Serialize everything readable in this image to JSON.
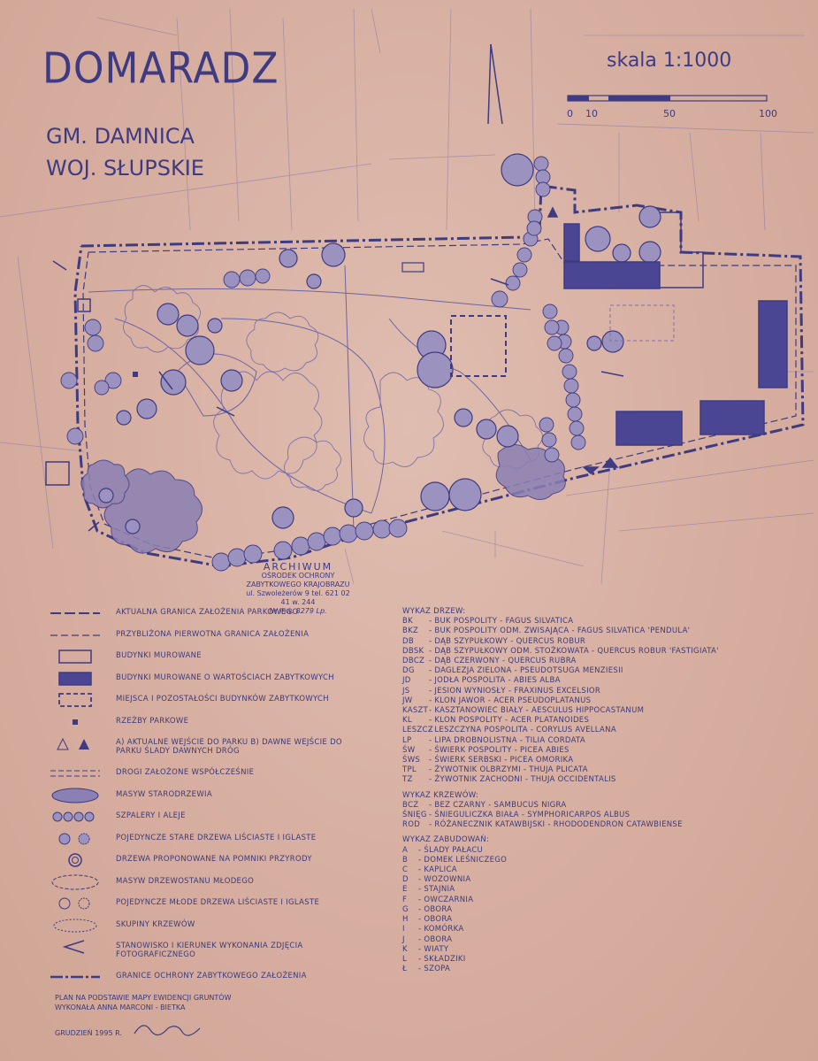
{
  "header": {
    "title": "DOMARADZ",
    "gmina": "GM. DAMNICA",
    "voivodeship": "WOJ. SŁUPSKIE",
    "scale": "skala 1:1000",
    "scale_ticks": [
      "0",
      "10",
      "50",
      "100"
    ]
  },
  "stamp": {
    "line1": "ARCHIWUM",
    "line2": "OŚRODEK OCHRONY",
    "line3": "ZABYTKOWEGO KRAJOBRAZU",
    "line4": "ul. Szwoleżerów 9 tel. 621 02 41 w. 244",
    "line5": "Nr inw. 8279 Lp."
  },
  "legend": [
    {
      "sym": "dash",
      "label": "AKTUALNA GRANICA ZAŁOŻENIA PARKOWEGO"
    },
    {
      "sym": "dashthin",
      "label": "PRZYBLIŻONA PIERWOTNA GRANICA ZAŁOŻENIA"
    },
    {
      "sym": "rect",
      "label": "BUDYNKI MUROWANE"
    },
    {
      "sym": "rectfill",
      "label": "BUDYNKI MUROWANE O WARTOŚCIACH ZABYTKOWYCH"
    },
    {
      "sym": "rectdash",
      "label": "MIEJSCA I POZOSTAŁOŚCI BUDYNKÓW ZABYTKOWYCH"
    },
    {
      "sym": "square",
      "label": "RZEŹBY PARKOWE"
    },
    {
      "sym": "arrows",
      "label": "a) AKTUALNE WEJŚCIE DO PARKU b) DAWNE WEJŚCIE DO PARKU ŚLADY DAWNYCH DRÓG"
    },
    {
      "sym": "road",
      "label": "DROGI ZAŁOŻONE WSPÓŁCZEŚNIE"
    },
    {
      "sym": "mass",
      "label": "MASYW STARODRZEWIA"
    },
    {
      "sym": "alley",
      "label": "SZPALERY I ALEJE"
    },
    {
      "sym": "single",
      "label": "POJEDYNCZE STARE DRZEWA LIŚCIASTE I IGLASTE"
    },
    {
      "sym": "monument",
      "label": "DRZEWA PROPONOWANE NA POMNIKI PRZYRODY"
    },
    {
      "sym": "young",
      "label": "MASYW DRZEWOSTANU MŁODEGO"
    },
    {
      "sym": "youngsingle",
      "label": "POJEDYNCZE MŁODE DRZEWA LIŚCIASTE I IGLASTE"
    },
    {
      "sym": "shrub",
      "label": "SKUPINY KRZEWÓW"
    },
    {
      "sym": "photo",
      "label": "STANOWISKO I KIERUNEK WYKONANIA ZDJĘCIA FOTOGRAFICZNEGO"
    },
    {
      "sym": "protect",
      "label": "GRANICE OCHRONY ZABYTKOWEGO ZAŁOŻENIA"
    }
  ],
  "trees_heading": "WYKAZ DRZEW:",
  "trees": [
    {
      "code": "Bk",
      "name": "BUK POSPOLITY - FAGUS SILVATICA"
    },
    {
      "code": "Bkz",
      "name": "BUK POSPOLITY odm. ZWISAJĄCA - FAGUS SILVATICA 'PENDULA'"
    },
    {
      "code": "Db",
      "name": "DĄB SZYPUŁKOWY - QUERCUS ROBUR"
    },
    {
      "code": "Dbsk",
      "name": "DĄB SZYPUŁKOWY odm. STOŻKOWATA - QUERCUS ROBUR 'FASTIGIATA'"
    },
    {
      "code": "Dbcz",
      "name": "DĄB CZERWONY - QUERCUS RUBRA"
    },
    {
      "code": "Dg",
      "name": "DAGLEZJA ZIELONA - PSEUDOTSUGA MENZIESII"
    },
    {
      "code": "Jd",
      "name": "JODŁA POSPOLITA - ABIES ALBA"
    },
    {
      "code": "Js",
      "name": "JESION WYNIOSŁY - FRAXINUS EXCELSIOR"
    },
    {
      "code": "Jw",
      "name": "KLON JAWOR - ACER PSEUDOPLATANUS"
    },
    {
      "code": "Kaszt",
      "name": "KASZTANOWIEC BIAŁY - AESCULUS HIPPOCASTANUM"
    },
    {
      "code": "Kl",
      "name": "KLON POSPOLITY - ACER PLATANOIDES"
    },
    {
      "code": "Leszcz",
      "name": "LESZCZYNA POSPOLITA - CORYLUS AVELLANA"
    },
    {
      "code": "Lp",
      "name": "LIPA DROBNOLISTNA - TILIA CORDATA"
    },
    {
      "code": "Św",
      "name": "ŚWIERK POSPOLITY - PICEA ABIES"
    },
    {
      "code": "Śws",
      "name": "ŚWIERK SERBSKI - PICEA OMORIKA"
    },
    {
      "code": "Tpl",
      "name": "ŻYWOTNIK OLBRZYMI - THUJA PLICATA"
    },
    {
      "code": "Tz",
      "name": "ŻYWOTNIK ZACHODNI - THUJA OCCIDENTALIS"
    }
  ],
  "shrubs_heading": "WYKAZ KRZEWÓW:",
  "shrubs": [
    {
      "code": "Bcz",
      "name": "BEZ CZARNY - SAMBUCUS NIGRA"
    },
    {
      "code": "Śnięg",
      "name": "ŚNIEGULICZKA BIAŁA - SYMPHORICARPOS ALBUS"
    },
    {
      "code": "Rod",
      "name": "RÓŻANECZNIK KATAWBIJSKI - RHODODENDRON CATAWBIENSE"
    }
  ],
  "buildings_heading": "WYKAZ ZABUDOWAŃ:",
  "buildings": [
    {
      "code": "A",
      "name": "ŚLADY PAŁACU"
    },
    {
      "code": "B",
      "name": "DOMEK LEŚNICZEGO"
    },
    {
      "code": "C",
      "name": "KAPLICA"
    },
    {
      "code": "D",
      "name": "WOZOWNIA"
    },
    {
      "code": "E",
      "name": "STAJNIA"
    },
    {
      "code": "F",
      "name": "OWCZARNIA"
    },
    {
      "code": "G",
      "name": "OBORA"
    },
    {
      "code": "H",
      "name": "OBORA"
    },
    {
      "code": "I",
      "name": "KOMÓRKA"
    },
    {
      "code": "J",
      "name": "OBORA"
    },
    {
      "code": "K",
      "name": "WIATY"
    },
    {
      "code": "L",
      "name": "SKŁADZIKI"
    },
    {
      "code": "Ł",
      "name": "SZOPA"
    }
  ],
  "footer": {
    "line1": "PLAN NA PODSTAWIE MAPY EWIDENCJI GRUNTÓW",
    "line2": "WYKONAŁA ANNA MARCONI - BIETKA",
    "date": "GRUDZIEŃ 1995 r."
  },
  "colors": {
    "paper": "#d6ad9f",
    "ink": "#3e3b82",
    "fill": "#4a4693"
  }
}
